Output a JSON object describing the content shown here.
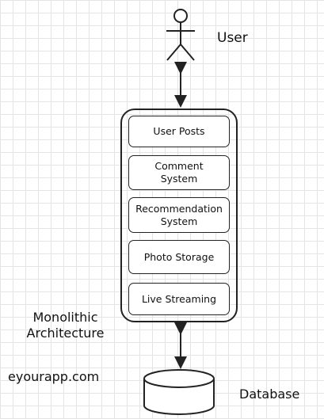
{
  "actor": {
    "label": "User"
  },
  "architecture": {
    "label_line1": "Monolithic",
    "label_line2": "Architecture"
  },
  "modules": [
    {
      "line1": "User Posts",
      "line2": ""
    },
    {
      "line1": "Comment",
      "line2": "System"
    },
    {
      "line1": "Recommendation",
      "line2": "System"
    },
    {
      "line1": "Photo Storage",
      "line2": ""
    },
    {
      "line1": "Live Streaming",
      "line2": ""
    }
  ],
  "database": {
    "label": "Database"
  },
  "watermark": "eyourapp.com",
  "colors": {
    "stroke": "#222222",
    "grid": "#e4e4e4"
  }
}
